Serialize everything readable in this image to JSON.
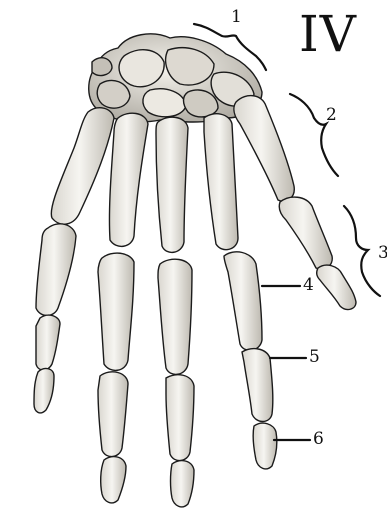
{
  "figure": {
    "plate_label": "IV",
    "numbers": [
      "1",
      "2",
      "3",
      "4",
      "5",
      "6"
    ]
  },
  "colors": {
    "bone_fill": "#f1efe9",
    "bone_shade": "#c9c6bd",
    "ink": "#1b1b1b",
    "background": "#ffffff"
  }
}
